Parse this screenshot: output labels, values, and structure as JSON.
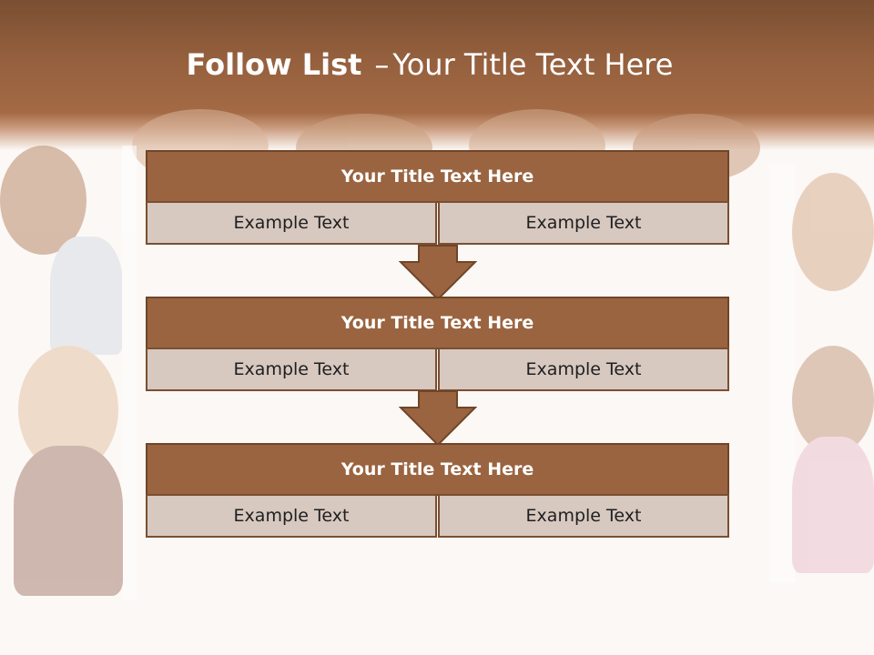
{
  "title": {
    "bold": "Follow List",
    "dash": "–",
    "rest": "Your Title Text Here"
  },
  "steps": [
    {
      "title": "Your Title Text Here",
      "left": "Example Text",
      "right": "Example Text"
    },
    {
      "title": "Your Title Text Here",
      "left": "Example Text",
      "right": "Example Text"
    },
    {
      "title": "Your Title Text Here",
      "left": "Example Text",
      "right": "Example Text"
    }
  ],
  "colors": {
    "header": "#95603e",
    "block_title": "#9a6440",
    "cell": "#d7c8c0",
    "border": "#6f4529",
    "background": "#fcf8f5"
  },
  "icons": [
    "down-arrow-icon",
    "down-arrow-icon"
  ]
}
